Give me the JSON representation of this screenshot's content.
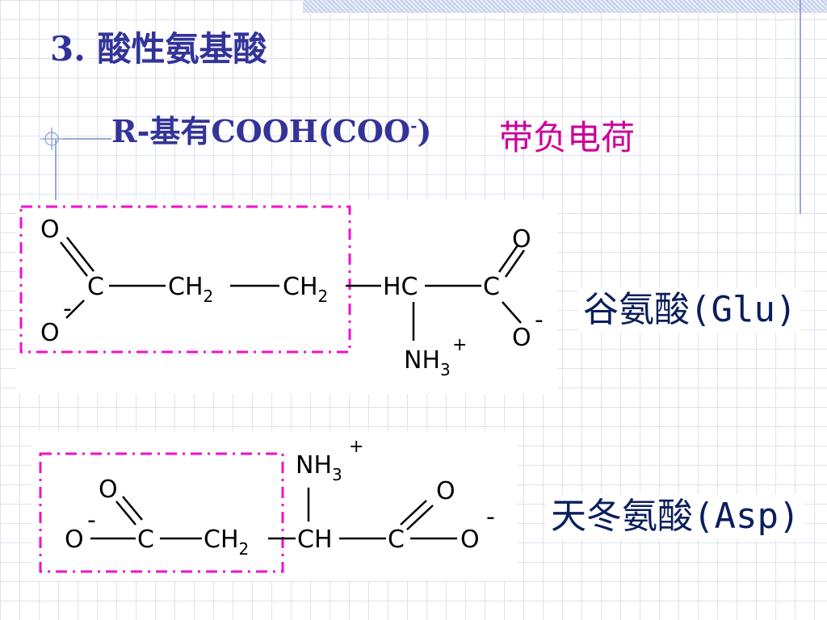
{
  "slide": {
    "title": "3. 酸性氨基酸",
    "subtitle_main": "R-基有COOH(COO",
    "subtitle_sup": "-",
    "subtitle_close": ")",
    "charge_note": "带负电荷",
    "colors": {
      "title": "#333399",
      "highlight": "#cc0099",
      "box_border": "#ee11cc",
      "grid": "#dde3f0"
    }
  },
  "glu": {
    "name": "谷氨酸(Glu)",
    "atoms": {
      "o_top_left": "O",
      "o_minus_left": "O",
      "minus_left": "-",
      "c1": "C",
      "ch2_a": "CH",
      "ch2_a_sub": "2",
      "ch2_b": "CH",
      "ch2_b_sub": "2",
      "hc": "HC",
      "c5": "C",
      "o_top_right": "O",
      "o_minus_right": "O",
      "minus_right": "-",
      "nh3": "NH",
      "nh3_sub": "3",
      "nh3_sup": "+"
    }
  },
  "asp": {
    "name": "天冬氨酸(Asp)",
    "atoms": {
      "o_minus_left": "O",
      "minus_left": "-",
      "o_top_left": "O",
      "c1": "C",
      "ch2": "CH",
      "ch2_sub": "2",
      "ch": "CH",
      "c4": "C",
      "o_top_right": "O",
      "o_minus_right": "O",
      "minus_right": "-",
      "nh3": "NH",
      "nh3_sub": "3",
      "nh3_sup": "+"
    }
  }
}
